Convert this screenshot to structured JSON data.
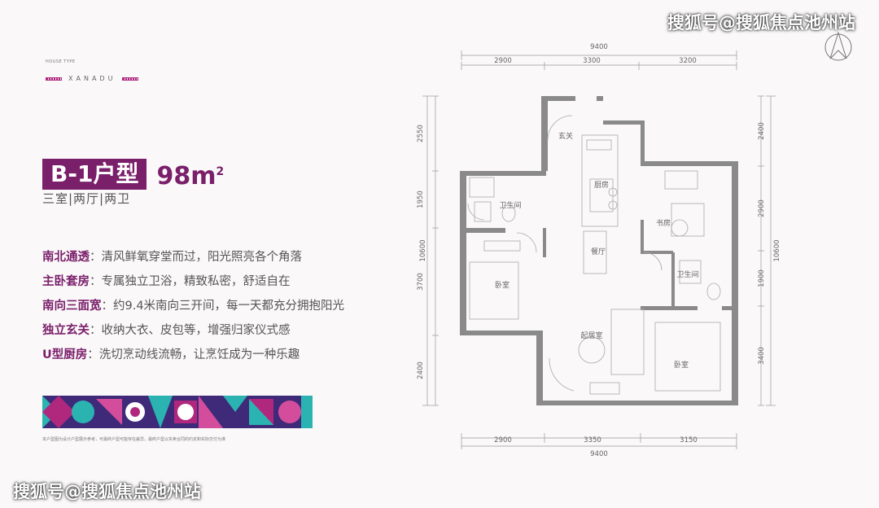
{
  "header": {
    "house_type_label": "HOUSE TYPE",
    "brand": "XANADU"
  },
  "unit": {
    "title": "B-1户型",
    "area": "98m",
    "area_sup": "2",
    "subtitle": "三室|两厅|两卫"
  },
  "features": [
    {
      "label": "南北通透",
      "text": "：清风鲜氧穿堂而过，阳光照亮各个角落"
    },
    {
      "label": "主卧套房",
      "text": "：专属独立卫浴，精致私密，舒适自在"
    },
    {
      "label": "南向三面宽",
      "text": "：约9.4米南向三开间，每一天都充分拥抱阳光"
    },
    {
      "label": "独立玄关",
      "text": "：收纳大衣、皮包等，增强归家仪式感"
    },
    {
      "label": "U型厨房",
      "text": "：洗切烹动线流畅，让烹饪成为一种乐趣"
    }
  ],
  "disclaimer": "本户型图为设计户型展示参考，可最终户型可能存在差异，最终户型以实卖合同的约定和实际交付为准",
  "watermarks": {
    "top": "搜狐号@搜狐焦点池州站",
    "bottom": "搜狐号@搜狐焦点池州站"
  },
  "plan": {
    "dims_top_total": "9400",
    "dims_top": [
      "2900",
      "3300",
      "3200"
    ],
    "dims_bottom_total": "9400",
    "dims_bottom": [
      "2900",
      "3350",
      "3150"
    ],
    "dims_left_total": "10600",
    "dims_left": [
      "2550",
      "1950",
      "3700",
      "2400"
    ],
    "dims_right_total": "10600",
    "dims_right": [
      "2400",
      "2900",
      "1900",
      "3400"
    ],
    "rooms": {
      "entry": "玄关",
      "kitchen": "厨房",
      "bath1": "卫生间",
      "study": "书房",
      "dining": "餐厅",
      "bath2": "卫生间",
      "bedroom_left": "卧室",
      "living": "起居室",
      "bedroom_right": "卧室"
    }
  },
  "colors": {
    "brand_purple": "#7a1f6a",
    "wall": "#8a8a8a",
    "pattern": [
      "#3e2a78",
      "#2bb3b1",
      "#b0287e",
      "#d44d9c"
    ]
  }
}
